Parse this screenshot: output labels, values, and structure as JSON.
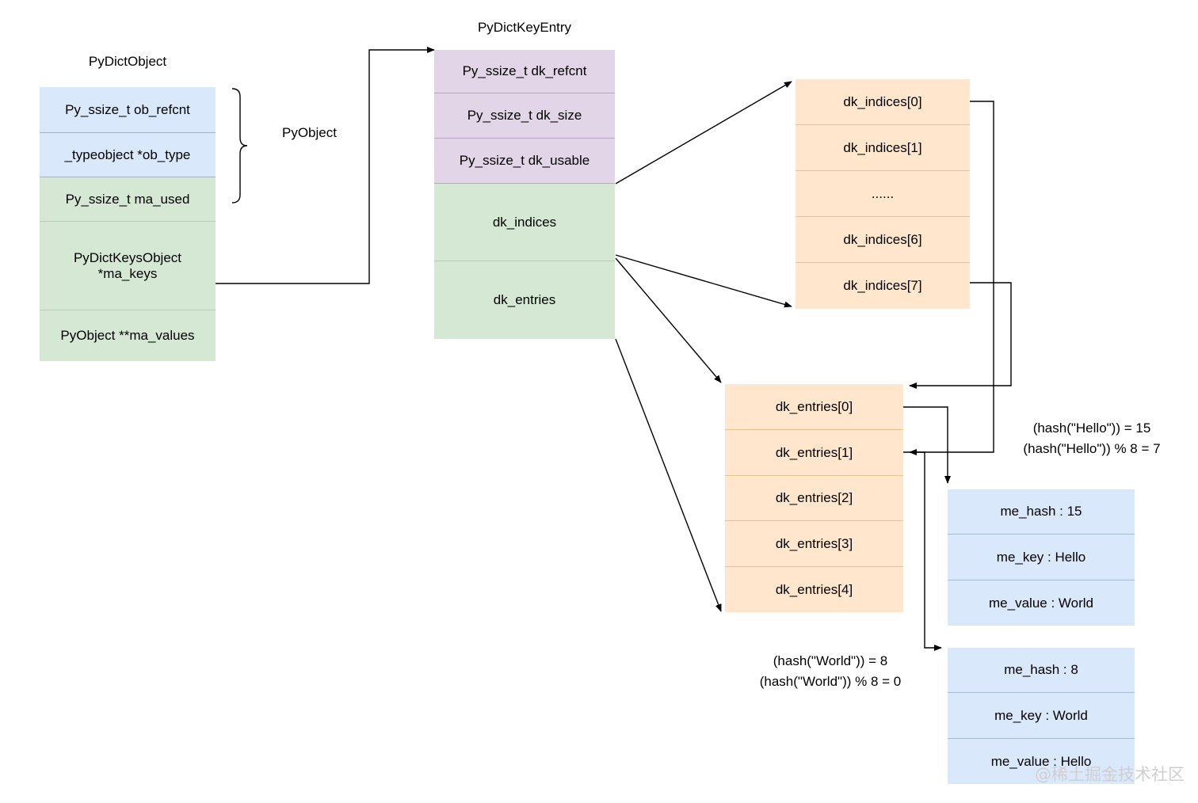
{
  "diagram": {
    "title_pydictobject": "PyDictObject",
    "title_pydictkeyentry": "PyDictKeyEntry",
    "pyobject_brace_label": "PyObject",
    "watermark": "@稀土掘金技术社区"
  },
  "pydictobject": {
    "label": "PyDictObject",
    "fields": [
      {
        "text": "Py_ssize_t ob_refcnt",
        "group": "pyobject"
      },
      {
        "text": "_typeobject *ob_type",
        "group": "pyobject"
      },
      {
        "text": "Py_ssize_t ma_used",
        "group": "dict"
      },
      {
        "text": "PyDictKeysObject\n*ma_keys",
        "group": "dict"
      },
      {
        "text": "PyObject **ma_values",
        "group": "dict"
      }
    ]
  },
  "pydictkeyentry": {
    "label": "PyDictKeyEntry",
    "fields": [
      {
        "text": "Py_ssize_t dk_refcnt",
        "group": "head"
      },
      {
        "text": "Py_ssize_t dk_size",
        "group": "head"
      },
      {
        "text": "Py_ssize_t dk_usable",
        "group": "head"
      },
      {
        "text": "dk_indices",
        "group": "body"
      },
      {
        "text": "dk_entries",
        "group": "body"
      }
    ]
  },
  "dk_indices_array": {
    "cells": [
      "dk_indices[0]",
      "dk_indices[1]",
      "......",
      "dk_indices[6]",
      "dk_indices[7]"
    ]
  },
  "dk_entries_array": {
    "cells": [
      "dk_entries[0]",
      "dk_entries[1]",
      "dk_entries[2]",
      "dk_entries[3]",
      "dk_entries[4]"
    ]
  },
  "entry_hello": {
    "rows": [
      "me_hash : 15",
      "me_key : Hello",
      "me_value : World"
    ]
  },
  "entry_world": {
    "rows": [
      "me_hash : 8",
      "me_key : World",
      "me_value : Hello"
    ]
  },
  "annotations": {
    "hello": "(hash(\"Hello\")) = 15\n(hash(\"Hello\")) % 8 = 7",
    "world": "(hash(\"World\")) = 8\n(hash(\"World\")) % 8 = 0"
  },
  "colors": {
    "blue": "#dae8fc",
    "green": "#d5e8d4",
    "purple": "#e1d5e7",
    "orange": "#ffe6cc",
    "line": "#000000"
  }
}
